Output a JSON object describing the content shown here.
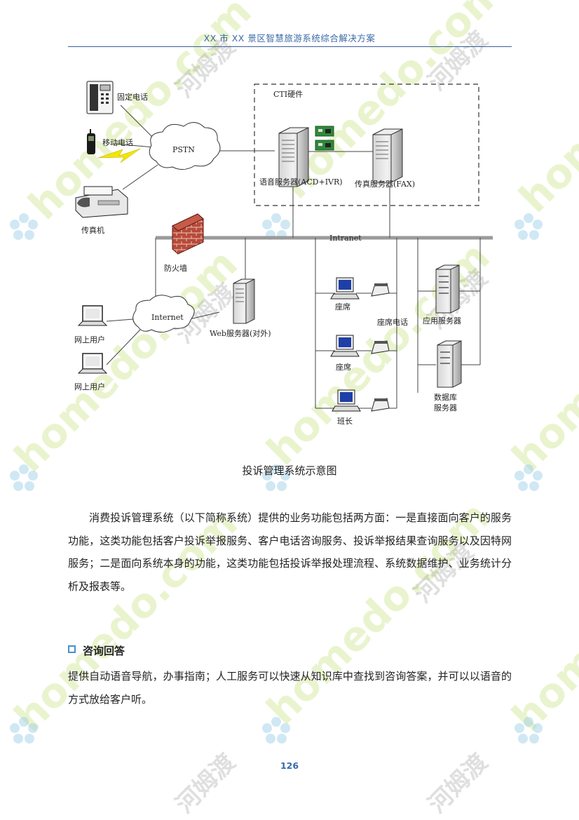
{
  "header": {
    "title": "XX 市 XX 景区智慧旅游系统综合解决方案"
  },
  "diagram": {
    "labels": {
      "fixed_phone": "固定电话",
      "mobile_phone": "移动电话",
      "fax": "传真机",
      "pstn": "PSTN",
      "cti_hardware": "CTI硬件",
      "voice_server": "语音服务器(ACD+IVR)",
      "fax_server": "传真服务器(FAX)",
      "intranet": "Intranet",
      "firewall": "防火墙",
      "internet": "Internet",
      "web_server": "Web服务器(对外)",
      "web_user_1": "网上用户",
      "web_user_2": "网上用户",
      "seat_1": "座席",
      "seat_2": "座席",
      "team_leader": "班长",
      "seat_phone": "座席电话",
      "app_server": "应用服务器",
      "db_server_1": "数据库",
      "db_server_2": "服务器"
    }
  },
  "caption": "投诉管理系统示意图",
  "paragraph": "消费投诉管理系统（以下简称系统）提供的业务功能包括两方面：一是直接面向客户的服务功能，这类功能包括客户投诉举报服务、客户电话咨询服务、投诉举报结果查询服务以及因特网服务；二是面向系统本身的功能，这类功能包括投诉举报处理流程、系统数据维护、业务统计分析及报表等。",
  "section": {
    "title": "咨询回答",
    "body": "提供自动语音导航，办事指南；人工服务可以快速从知识库中查找到咨询答案，并可以以语音的方式放给客户听。"
  },
  "page_number": "126",
  "watermark": {
    "latin": "homedo.com",
    "cn": "河姆渡"
  }
}
